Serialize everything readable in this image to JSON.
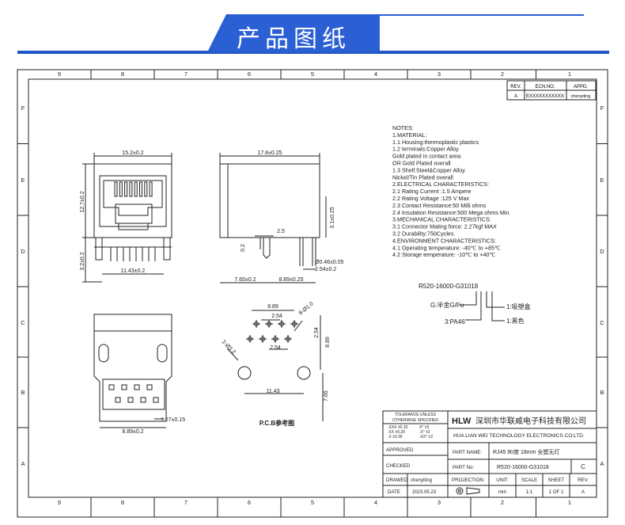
{
  "banner": {
    "title": "产品图纸"
  },
  "grid": {
    "cols": [
      "9",
      "8",
      "7",
      "6",
      "5",
      "4",
      "3",
      "2",
      "1"
    ],
    "rows": [
      "F",
      "E",
      "D",
      "C",
      "B",
      "A"
    ]
  },
  "rev_table": {
    "headers": [
      "REV.",
      "ECN.NO.",
      "APPD."
    ],
    "row": [
      "A",
      "EXXXXXXXXXXX",
      "chenyiting"
    ]
  },
  "notes": [
    "NOTES:",
    "1.MATERIAL:",
    "  1.1  Housing:thermoplastic  plastics",
    "  1.2  terminals:Copper  Alloy",
    "        Gold  plated  in  contact  area:",
    "        OR  Gold    Plated  overall",
    "  1.3  Shell:Steel&Copper  Alloy",
    "        Nickel/Tin  Plated  overall",
    "2.ELECTRICAL  CHARACTERISTICS:",
    "  2.1  Rating  Current  :1.5  Ampere",
    "  2.2  Rating  Voltage  :125  V  Max",
    "  2.3  Contact  Resistance:50  Milli  ohms",
    "  2.4  Insulation  Resistance:500  Mega  ohms  Min.",
    "3.MECHANICAL  CHARACTERISTICS:",
    "  3.1  Connector  Mating  force:  2.27kgf  MAX",
    "  3.2  Durability:750Cycles.",
    "4.ENVIRONMENT  CHARACTERISTICS:",
    "  4.1  Operating  temperature:  -40℃  to  +85℃",
    "  4.2  Storage  temperature: -10℃  to  +40℃"
  ],
  "part_code": {
    "code": "R520-16000-G31018",
    "g_label": "G:半金G/Fu",
    "pa_label": "3:PA46",
    "l1_label": "1:吸塑盒",
    "l2_label": "1:黑色"
  },
  "dims": {
    "front_width": "15.2±0.2",
    "front_height": "12.7±0.2",
    "front_pin": "3.2±0.2",
    "front_span": "11.43±0.2",
    "side_width": "17.8±0.25",
    "side_h1": "3.1±0.25",
    "side_h2": "2.5",
    "side_h3": "0.2",
    "side_pin": "0.46±0.05",
    "side_pitch": "2.54±0.2",
    "side_d1": "7.65±0.2",
    "side_d2": "8.89±0.25",
    "pcb_w": "8.89",
    "pcb_p1": "2.54",
    "pcb_p2": "2.54",
    "pcb_hole1": "8-Ø1.0",
    "pcb_hole2": "2-Ø3.2",
    "pcb_v1": "2.54",
    "pcb_v2": "8.89",
    "pcb_v3": "7.65",
    "pcb_span": "11.43",
    "pcb_caption": "P.C.B参考图",
    "bottom_pitch": "1.27±0.15",
    "bottom_span": "8.89±0.2"
  },
  "title_block": {
    "tol_title": "TOLERANCE UNLESS",
    "tol_title2": "OTHERWISE SPECIFIED",
    "tol_lines": [
      ".XXX ±0.10",
      ".XX  ±0.20",
      ".X   ±0.30"
    ],
    "tol_angle": [
      "X°  ±3",
      ".X°  ±2",
      ".XX° ±2"
    ],
    "company_logo": "HLW",
    "company_cn": "深圳市华联威电子科技有限公司",
    "company_en": "HUA LIAN WEI TECHNOLOGY ELECTRONICS CO;LTD.",
    "approved": "APPROVED",
    "checked": "CHECKED",
    "drawed": "DRAWED",
    "drawed_by": "chenyiting",
    "date_label": "DATE",
    "date": "2023.05.23",
    "part_name_label": "PART NAME:",
    "part_name": "RJ45  90度  18mm  全塑无灯",
    "part_no_label": "PART No:",
    "part_no": "R520-16000-G31018",
    "part_rev": "C",
    "projection": "PROJECTION:",
    "unit_label": "UNIT:",
    "scale_label": "SCALE",
    "sheet_label": "SHEET",
    "rev_label": "REV.",
    "unit": "mm",
    "scale": "1:1",
    "sheet": "1 OF 1",
    "rev": "A"
  }
}
